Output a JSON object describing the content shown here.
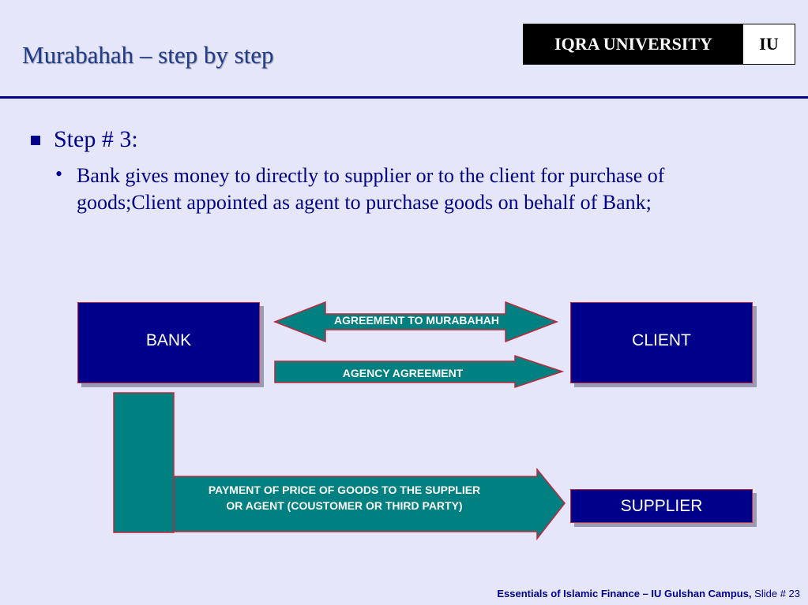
{
  "slide": {
    "title": "Murabahah – step by step",
    "logo": {
      "name": "IQRA UNIVERSITY",
      "abbr": "IU"
    },
    "step_heading": "Step # 3:",
    "body_text": "Bank gives money to directly to supplier or to the client for purchase of goods;Client appointed as agent to purchase goods on behalf  of  Bank;",
    "footer": {
      "course": "Essentials of Islamic Finance – IU Gulshan Campus,",
      "slide_number": "Slide # 23"
    }
  },
  "diagram": {
    "nodes": {
      "bank": "BANK",
      "client": "CLIENT",
      "supplier": "SUPPLIER"
    },
    "arrows": {
      "agreement": "AGREEMENT TO MURABAHAH",
      "agency": "AGENCY AGREEMENT",
      "payment": "PAYMENT OF PRICE OF GOODS TO THE SUPPLIER OR AGENT (COUSTOMER OR THIRD PARTY)"
    },
    "colors": {
      "box_fill": "#00008B",
      "arrow_fill": "#008080",
      "arrow_border": "#C0283C",
      "background": "#E6E6FA"
    }
  }
}
